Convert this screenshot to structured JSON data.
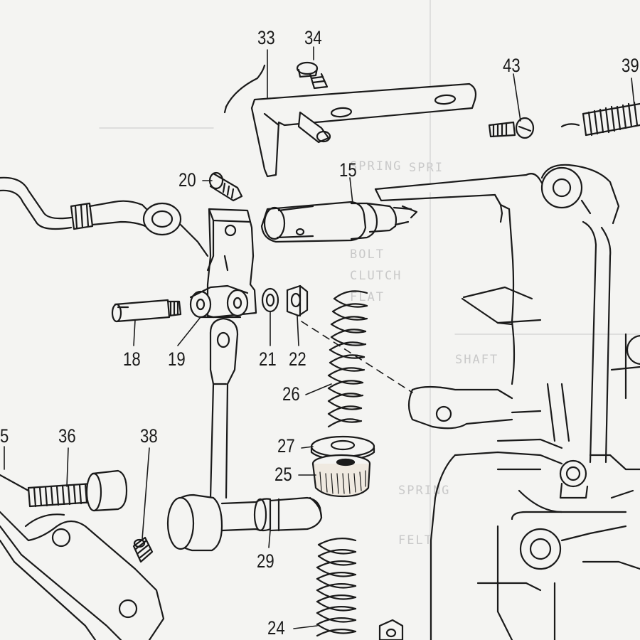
{
  "callouts": {
    "c33": "33",
    "c34": "34",
    "c43": "43",
    "c39": "39",
    "c20": "20",
    "c15": "15",
    "c18": "18",
    "c19": "19",
    "c21": "21",
    "c22": "22",
    "c26": "26",
    "c27": "27",
    "c25": "25",
    "c29": "29",
    "c24": "24",
    "c36": "36",
    "c38": "38",
    "c5": "5"
  },
  "bleed_text": [
    "SPRING",
    "BOLT",
    "CLUTCH",
    "FLAT",
    "SPRING",
    "FELT",
    "SHAFT",
    "SPRI"
  ],
  "colors": {
    "ink": "#1a1a1a",
    "paper": "#f4f4f2",
    "bleed": "#c9c9c9"
  }
}
